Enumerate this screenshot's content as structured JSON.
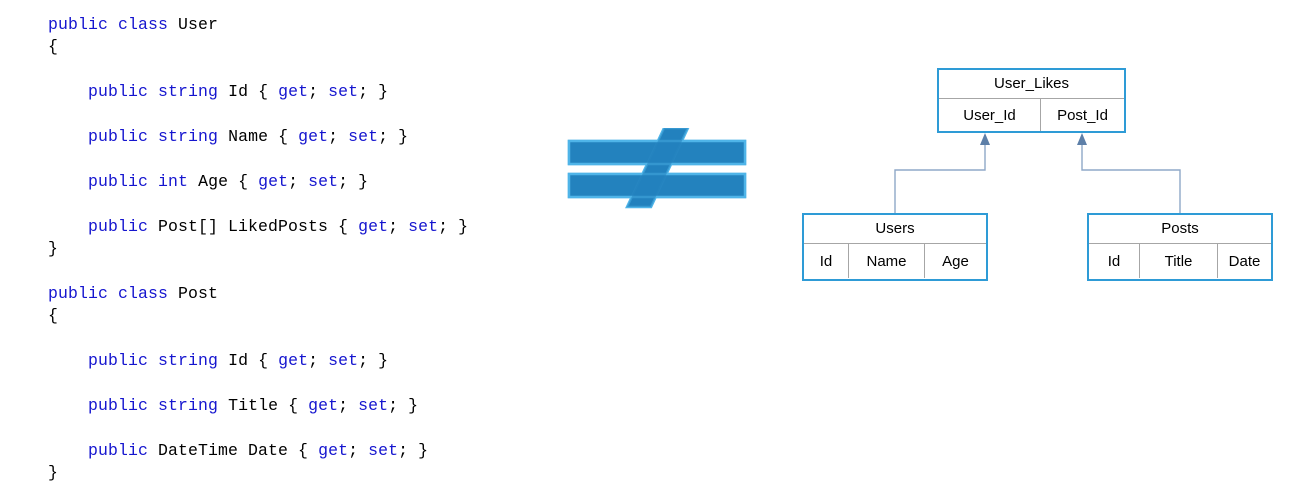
{
  "code_panel": {
    "language": "csharp",
    "keyword_color": "#1515CF",
    "text_color": "#000000",
    "lines": [
      {
        "indent": 0,
        "tokens": [
          {
            "t": "public",
            "k": true
          },
          {
            "t": " ",
            "k": false
          },
          {
            "t": "class",
            "k": true
          },
          {
            "t": " User",
            "k": false
          }
        ]
      },
      {
        "indent": 0,
        "tokens": [
          {
            "t": "{",
            "k": false
          }
        ]
      },
      {
        "indent": 0,
        "tokens": []
      },
      {
        "indent": 4,
        "tokens": [
          {
            "t": "public",
            "k": true
          },
          {
            "t": " ",
            "k": false
          },
          {
            "t": "string",
            "k": true
          },
          {
            "t": " Id { ",
            "k": false
          },
          {
            "t": "get",
            "k": true
          },
          {
            "t": "; ",
            "k": false
          },
          {
            "t": "set",
            "k": true
          },
          {
            "t": "; }",
            "k": false
          }
        ]
      },
      {
        "indent": 0,
        "tokens": []
      },
      {
        "indent": 4,
        "tokens": [
          {
            "t": "public",
            "k": true
          },
          {
            "t": " ",
            "k": false
          },
          {
            "t": "string",
            "k": true
          },
          {
            "t": " Name { ",
            "k": false
          },
          {
            "t": "get",
            "k": true
          },
          {
            "t": "; ",
            "k": false
          },
          {
            "t": "set",
            "k": true
          },
          {
            "t": "; }",
            "k": false
          }
        ]
      },
      {
        "indent": 0,
        "tokens": []
      },
      {
        "indent": 4,
        "tokens": [
          {
            "t": "public",
            "k": true
          },
          {
            "t": " ",
            "k": false
          },
          {
            "t": "int",
            "k": true
          },
          {
            "t": " Age { ",
            "k": false
          },
          {
            "t": "get",
            "k": true
          },
          {
            "t": "; ",
            "k": false
          },
          {
            "t": "set",
            "k": true
          },
          {
            "t": "; }",
            "k": false
          }
        ]
      },
      {
        "indent": 0,
        "tokens": []
      },
      {
        "indent": 4,
        "tokens": [
          {
            "t": "public",
            "k": true
          },
          {
            "t": " Post[] LikedPosts { ",
            "k": false
          },
          {
            "t": "get",
            "k": true
          },
          {
            "t": "; ",
            "k": false
          },
          {
            "t": "set",
            "k": true
          },
          {
            "t": "; }",
            "k": false
          }
        ]
      },
      {
        "indent": 0,
        "tokens": [
          {
            "t": "}",
            "k": false
          }
        ]
      },
      {
        "indent": 0,
        "tokens": []
      },
      {
        "indent": 0,
        "tokens": [
          {
            "t": "public",
            "k": true
          },
          {
            "t": " ",
            "k": false
          },
          {
            "t": "class",
            "k": true
          },
          {
            "t": " Post",
            "k": false
          }
        ]
      },
      {
        "indent": 0,
        "tokens": [
          {
            "t": "{",
            "k": false
          }
        ]
      },
      {
        "indent": 0,
        "tokens": []
      },
      {
        "indent": 4,
        "tokens": [
          {
            "t": "public",
            "k": true
          },
          {
            "t": " ",
            "k": false
          },
          {
            "t": "string",
            "k": true
          },
          {
            "t": " Id { ",
            "k": false
          },
          {
            "t": "get",
            "k": true
          },
          {
            "t": "; ",
            "k": false
          },
          {
            "t": "set",
            "k": true
          },
          {
            "t": "; }",
            "k": false
          }
        ]
      },
      {
        "indent": 0,
        "tokens": []
      },
      {
        "indent": 4,
        "tokens": [
          {
            "t": "public",
            "k": true
          },
          {
            "t": " ",
            "k": false
          },
          {
            "t": "string",
            "k": true
          },
          {
            "t": " Title { ",
            "k": false
          },
          {
            "t": "get",
            "k": true
          },
          {
            "t": "; ",
            "k": false
          },
          {
            "t": "set",
            "k": true
          },
          {
            "t": "; }",
            "k": false
          }
        ]
      },
      {
        "indent": 0,
        "tokens": []
      },
      {
        "indent": 4,
        "tokens": [
          {
            "t": "public",
            "k": true
          },
          {
            "t": " DateTime Date { ",
            "k": false
          },
          {
            "t": "get",
            "k": true
          },
          {
            "t": "; ",
            "k": false
          },
          {
            "t": "set",
            "k": true
          },
          {
            "t": "; }",
            "k": false
          }
        ]
      },
      {
        "indent": 0,
        "tokens": [
          {
            "t": "}",
            "k": false
          }
        ]
      }
    ]
  },
  "comparison_symbol": {
    "glyph": "not-equal-sign",
    "label": "≠",
    "fill_color": "#2382BE",
    "outline_color": "#4FB4E8"
  },
  "er_diagram": {
    "border_color": "#2E9BD6",
    "divider_color": "#A6A6A6",
    "connector_color": "#8FA8C8",
    "tables": [
      {
        "id": "user-likes",
        "title": "User_Likes",
        "columns": [
          "User_Id",
          "Post_Id"
        ]
      },
      {
        "id": "users",
        "title": "Users",
        "columns": [
          "Id",
          "Name",
          "Age"
        ]
      },
      {
        "id": "posts",
        "title": "Posts",
        "columns": [
          "Id",
          "Title",
          "Date"
        ]
      }
    ],
    "relationships": [
      {
        "from": "users",
        "to": "user-likes",
        "to_column": "User_Id",
        "arrow": "up"
      },
      {
        "from": "posts",
        "to": "user-likes",
        "to_column": "Post_Id",
        "arrow": "up"
      }
    ]
  }
}
